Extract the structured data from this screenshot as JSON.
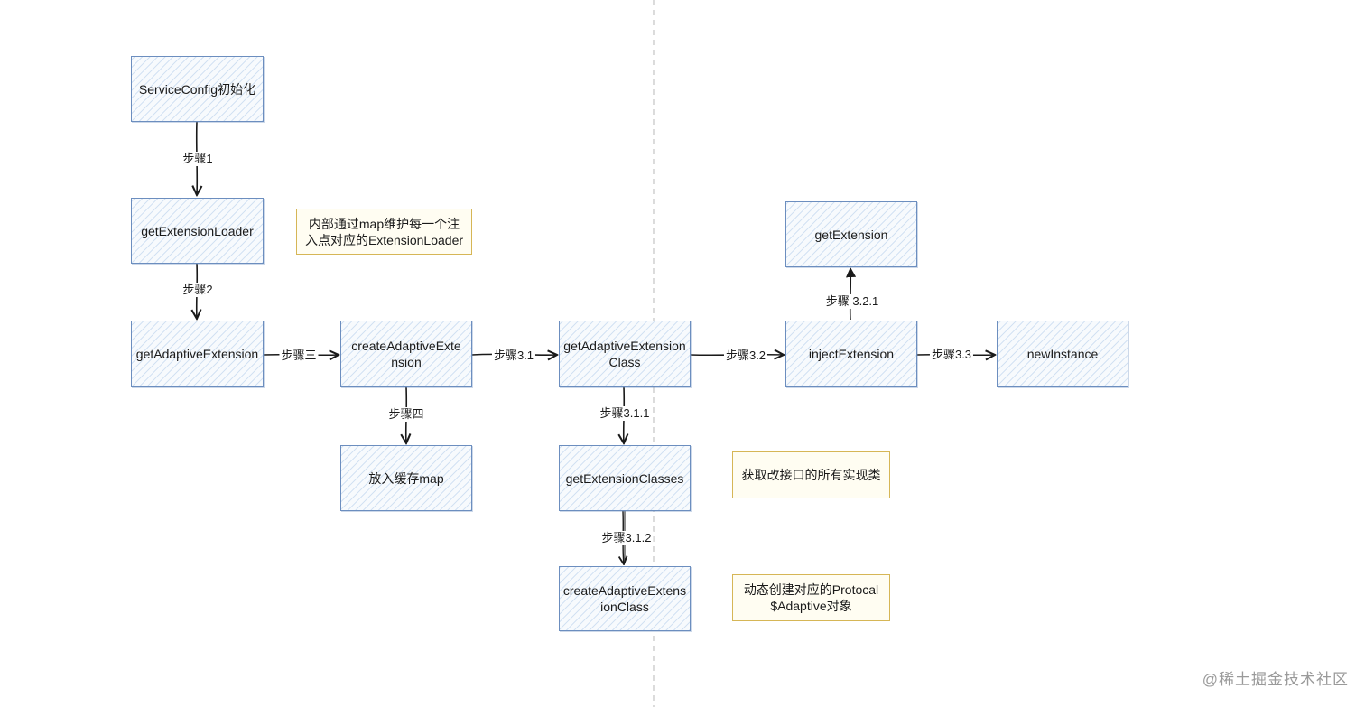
{
  "nodes": {
    "service_config_init": "ServiceConfig初始化",
    "get_extension_loader": "getExtensionLoader",
    "get_adaptive_extension": "getAdaptiveExtension",
    "create_adaptive_extension": "createAdaptiveExtension",
    "put_cache_map": "放入缓存map",
    "get_adaptive_extension_class": "getAdaptiveExtensionClass",
    "get_extension_classes": "getExtensionClasses",
    "create_adaptive_extension_class": "createAdaptiveExtensionClass",
    "get_extension": "getExtension",
    "inject_extension": "injectExtension",
    "new_instance": "newInstance"
  },
  "notes": {
    "loader_map": "内部通过map维护每一个注入点对应的ExtensionLoader",
    "all_impl_classes": "获取改接口的所有实现类",
    "dynamic_protocol": "动态创建对应的Protocal$Adaptive对象"
  },
  "edges": {
    "step1": "步骤1",
    "step2": "步骤2",
    "step3": "步骤三",
    "step4": "步骤四",
    "step3_1": "步骤3.1",
    "step3_1_1": "步骤3.1.1",
    "step3_1_2": "步骤3.1.2",
    "step3_2": "步骤3.2",
    "step3_2_1": "步骤 3.2.1",
    "step3_3": "步骤3.3"
  },
  "watermark": "@稀土掘金技术社区",
  "colors": {
    "process_border": "#6c8ebf",
    "process_hatch": "#b4cdeb",
    "note_border": "#d6b656",
    "note_fill": "#fffdf2",
    "edge": "#1a1a1a",
    "divider": "#c8c8c8"
  }
}
